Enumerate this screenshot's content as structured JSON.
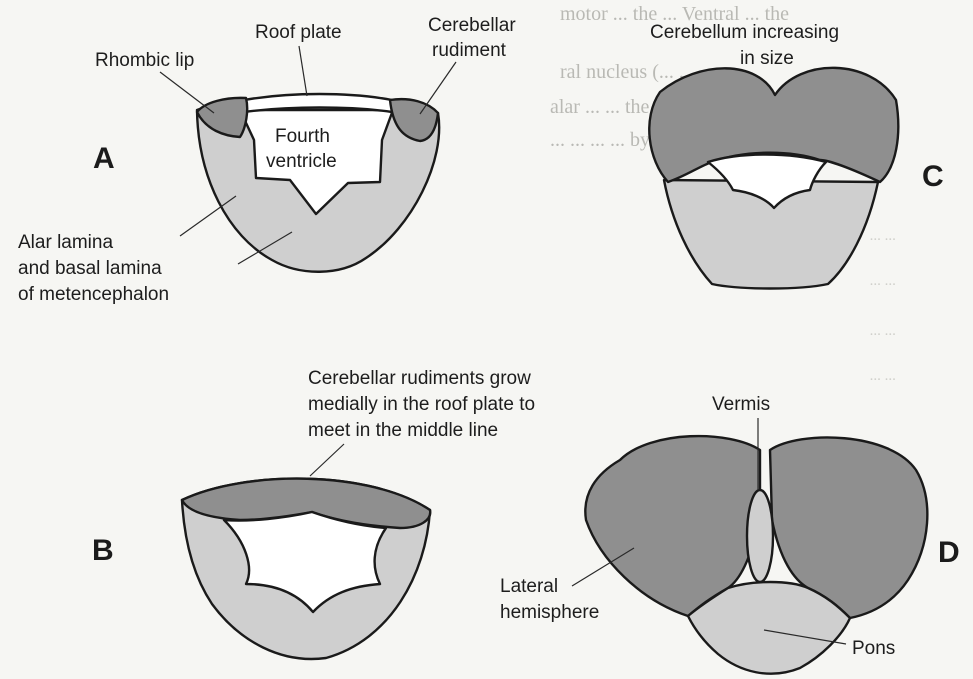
{
  "colors": {
    "dark_tissue": "#8f8f8f",
    "light_tissue": "#cfcfcf",
    "cavity": "#ffffff",
    "outline": "#1a1a1a"
  },
  "background_text": {
    "lines": [
      "motor ... the ... Ventral ... the",
      "ral nucleus (... ... ...",
      "alar ... ... the ... ...",
      "... ... ... ... by a ..."
    ],
    "faint_lines": [
      "... ...",
      "... ...",
      "... ...",
      "... ..."
    ]
  },
  "panels": {
    "a": {
      "letter": "A",
      "roof_plate": "Roof plate",
      "rhombic_lip": "Rhombic lip",
      "cerebellar_rudiment": [
        "Cerebellar",
        "rudiment"
      ],
      "fourth_ventricle": [
        "Fourth",
        "ventricle"
      ],
      "alar_basal": [
        "Alar lamina",
        "and basal lamina",
        "of metencephalon"
      ]
    },
    "b": {
      "letter": "B",
      "caption": [
        "Cerebellar rudiments grow",
        "medially in the roof plate to",
        "meet in the middle line"
      ]
    },
    "c": {
      "letter": "C",
      "caption": [
        "Cerebellum increasing",
        "in size"
      ]
    },
    "d": {
      "letter": "D",
      "vermis": "Vermis",
      "lateral_hemisphere": [
        "Lateral",
        "hemisphere"
      ],
      "pons": "Pons"
    }
  }
}
